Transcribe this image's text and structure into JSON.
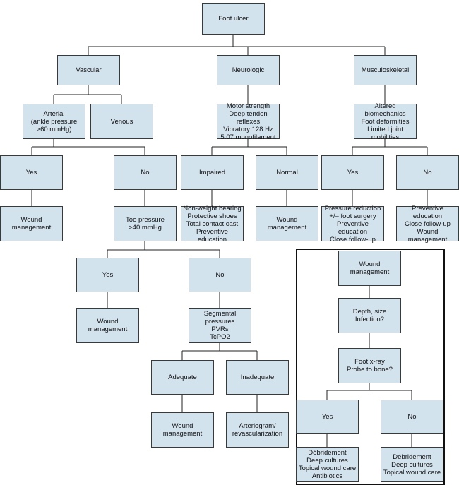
{
  "colors": {
    "node_fill": "#d3e3ee",
    "border": "#3a3a3a",
    "line": "#222222",
    "frame": "#111111"
  },
  "nodes": {
    "foot_ulcer": "Foot ulcer",
    "vascular": "Vascular",
    "neurologic": "Neurologic",
    "musculoskeletal": "Musculoskeletal",
    "arterial": "Arterial\n(ankle pressure\n>60 mmHg)",
    "venous": "Venous",
    "neuro_tests": "Motor strength\nDeep tendon reflexes\nVibratory 128 Hz\n5.07 monofilament",
    "msk_findings": "Altered biomechanics\nFoot deformities\nLimited joint\nmobilities",
    "vasc_yes": "Yes",
    "vasc_no": "No",
    "impaired": "Impaired",
    "normal": "Normal",
    "msk_yes": "Yes",
    "msk_no": "No",
    "vasc_yes_wound": "Wound\nmanagement",
    "toe_pressure": "Toe pressure\n>40 mmHg",
    "impaired_tx": "Non-weight bearing\nProtective shoes\nTotal contact cast\nPreventive education",
    "normal_wound": "Wound\nmanagement",
    "msk_yes_tx": "Pressure reduction\n+/– foot surgery\nPreventive education\nClose follow-up",
    "msk_no_tx": "Preventive education\nClose follow-up\nWound management",
    "toe_yes": "Yes",
    "toe_no": "No",
    "toe_yes_wound": "Wound\nmanagement",
    "segmental": "Segmental pressures\nPVRs\nTcPO2",
    "adequate": "Adequate",
    "inadequate": "Inadequate",
    "adequate_wound": "Wound\nmanagement",
    "arteriogram": "Arteriogram/\nrevascularization",
    "wm_title": "Wound\nmanagement",
    "depth": "Depth, size\nInfection?",
    "xray": "Foot x-ray\nProbe to bone?",
    "wm_yes": "Yes",
    "wm_no": "No",
    "wm_yes_tx": "Débridement\nDeep cultures\nTopical wound care\nAntibiotics",
    "wm_no_tx": "Débridement\nDeep cultures\nTopical wound care"
  }
}
